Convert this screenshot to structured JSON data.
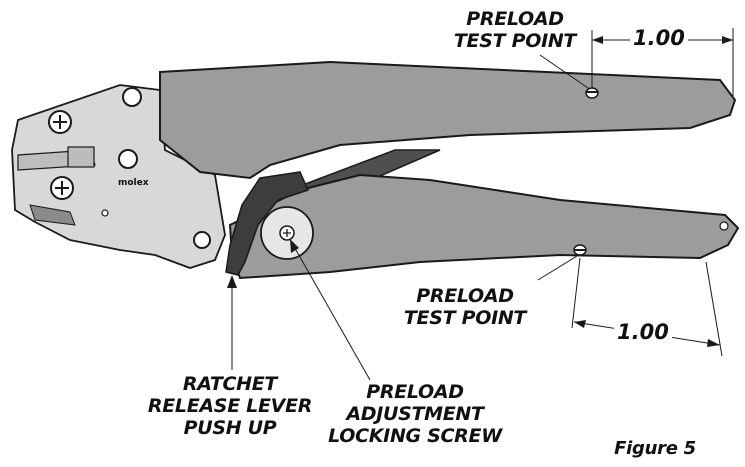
{
  "labels": {
    "preload_test_point_top": [
      "PRELOAD",
      "TEST POINT"
    ],
    "preload_test_point_bottom": [
      "PRELOAD",
      "TEST POINT"
    ],
    "ratchet_release": [
      "RATCHET",
      "RELEASE LEVER",
      "PUSH UP"
    ],
    "preload_adjustment": [
      "PRELOAD",
      "ADJUSTMENT",
      "LOCKING SCREW"
    ],
    "figure_caption": "Figure 5"
  },
  "dimensions": {
    "top": "1.00",
    "bottom": "1.00"
  },
  "logo_text": "molex",
  "colors": {
    "tool_body": "#9c9c9c",
    "tool_dark": "#5a5a5a",
    "outline": "#1a1a1a",
    "background": "#ffffff"
  }
}
